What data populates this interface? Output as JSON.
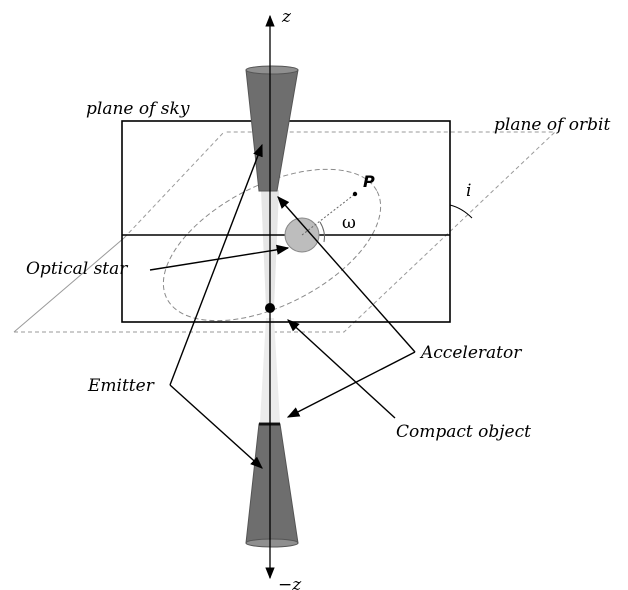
{
  "labels": {
    "z_axis": "z",
    "neg_z_axis": "−z",
    "plane_of_sky": "plane of sky",
    "plane_of_orbit": "plane of orbit",
    "periastron": "P",
    "omega": "ω",
    "inclination": "i",
    "optical_star": "Optical star",
    "accelerator": "Accelerator",
    "emitter": "Emitter",
    "compact_object": "Compact object"
  },
  "colors": {
    "cone_fill": "#6e6e6e",
    "cone_cap": "#8f8f8f",
    "star_fill": "#bdbdbd",
    "faint_cone": "#dcdcdc",
    "orbit_plane": "#9a9a9a",
    "line": "#000000"
  }
}
